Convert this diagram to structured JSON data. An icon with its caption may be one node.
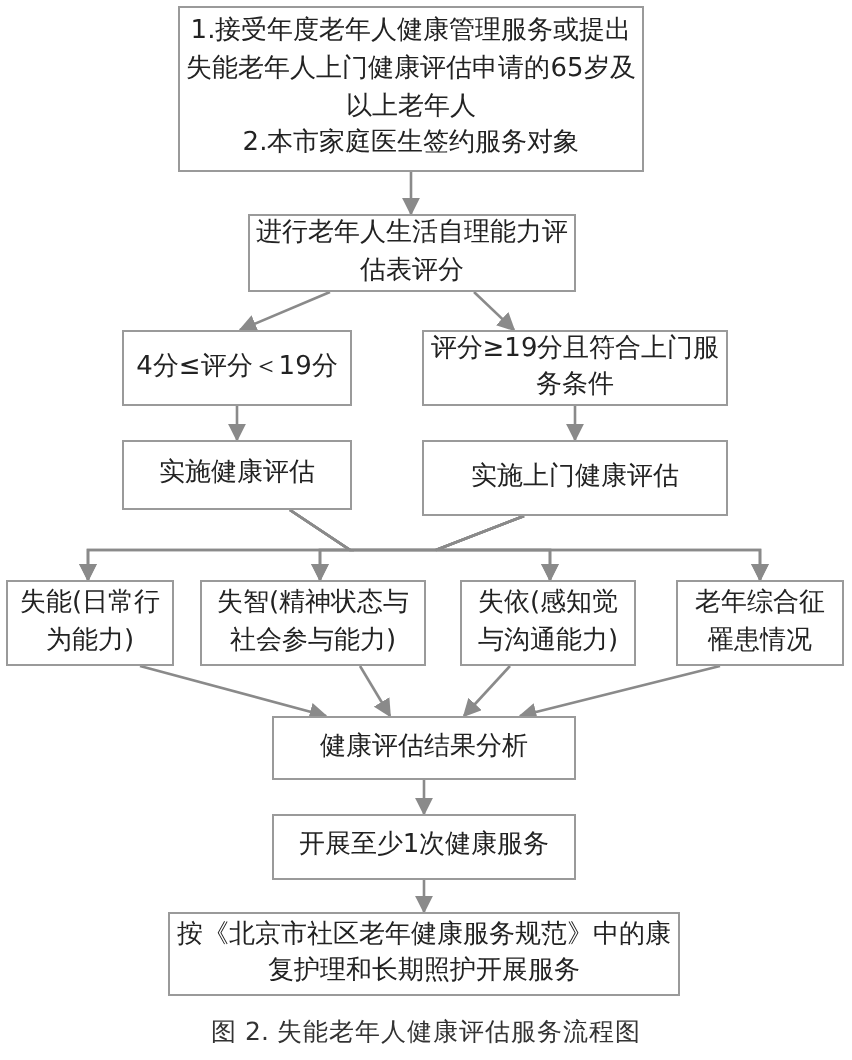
{
  "diagram": {
    "caption": "图 2. 失能老年人健康评估服务流程图",
    "nodes": [
      {
        "text": [
          "1.接受年度老年人健康管理服务或提出失能老年人上门健康评估申请的65岁及以上老年人",
          "2.本市家庭医生签约服务对象"
        ]
      },
      {
        "text": [
          "进行老年人生活自理能力评估表评分"
        ]
      },
      {
        "text": [
          "4分≤评分＜19分"
        ]
      },
      {
        "text": [
          "评分≥19分且符合上门服务条件"
        ]
      },
      {
        "text": [
          "实施健康评估"
        ]
      },
      {
        "text": [
          "实施上门健康评估"
        ]
      },
      {
        "text": [
          "失能(日常行为能力)"
        ]
      },
      {
        "text": [
          "失智(精神状态与社会参与能力)"
        ]
      },
      {
        "text": [
          "失依(感知觉与沟通能力)"
        ]
      },
      {
        "text": [
          "老年综合征罹患情况"
        ]
      },
      {
        "text": [
          "健康评估结果分析"
        ]
      },
      {
        "text": [
          "开展至少1次健康服务"
        ]
      },
      {
        "text": [
          "按《北京市社区老年健康服务规范》中的康复护理和长期照护开展服务"
        ]
      }
    ],
    "edges": [
      {
        "from": 0,
        "to": 1,
        "arrow": "to"
      },
      {
        "from": 1,
        "to": 2,
        "arrow": "to"
      },
      {
        "from": 1,
        "to": 3,
        "arrow": "to"
      },
      {
        "from": 2,
        "to": 4,
        "arrow": "to"
      },
      {
        "from": 3,
        "to": 5,
        "arrow": "to"
      },
      {
        "from": 4,
        "to": 6,
        "arrow": "to"
      },
      {
        "from": 4,
        "to": 7,
        "arrow": "to"
      },
      {
        "from": 4,
        "to": 8,
        "arrow": "to"
      },
      {
        "from": 4,
        "to": 9,
        "arrow": "to"
      },
      {
        "from": 5,
        "to": 6,
        "arrow": "to"
      },
      {
        "from": 5,
        "to": 7,
        "arrow": "to"
      },
      {
        "from": 5,
        "to": 8,
        "arrow": "to"
      },
      {
        "from": 5,
        "to": 9,
        "arrow": "to"
      },
      {
        "from": 6,
        "to": 10,
        "arrow": "to"
      },
      {
        "from": 7,
        "to": 10,
        "arrow": "to"
      },
      {
        "from": 8,
        "to": 10,
        "arrow": "to"
      },
      {
        "from": 9,
        "to": 10,
        "arrow": "to"
      },
      {
        "from": 10,
        "to": 11,
        "arrow": "to"
      },
      {
        "from": 11,
        "to": 12,
        "arrow": "to"
      }
    ]
  }
}
